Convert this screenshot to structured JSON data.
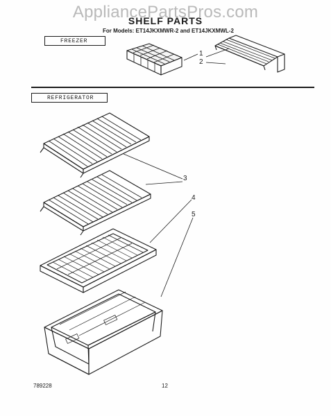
{
  "watermark": "AppliancePartsPros.com",
  "header": {
    "title": "SHELF PARTS",
    "subtitle": "For Models: ET14JKXMWR-2 and ET14JKXMWL-2"
  },
  "sections": {
    "freezer": "FREEZER",
    "refrigerator": "REFRIGERATOR"
  },
  "callouts": [
    "1",
    "2",
    "3",
    "4",
    "5"
  ],
  "footer": {
    "part_number": "789228",
    "page_number": "12"
  }
}
